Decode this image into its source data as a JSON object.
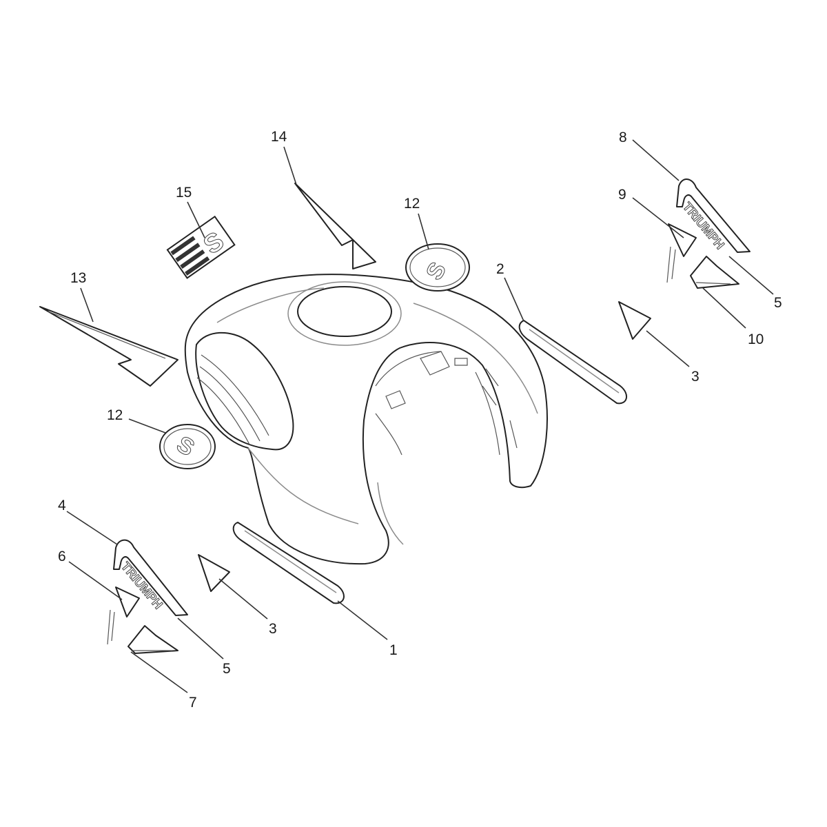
{
  "diagram": {
    "callouts": {
      "c1": "1",
      "c2": "2",
      "c3a": "3",
      "c3b": "3",
      "c4": "4",
      "c5a": "5",
      "c5b": "5",
      "c6": "6",
      "c7": "7",
      "c8": "8",
      "c9": "9",
      "c10": "10",
      "c12a": "12",
      "c12b": "12",
      "c13": "13",
      "c14": "14",
      "c15": "15"
    },
    "decals": {
      "triumph_left": "TRIUMPH",
      "triumph_right": "TRIUMPH",
      "badge_left": "S",
      "badge_right": "S",
      "badge_15": "S"
    }
  }
}
